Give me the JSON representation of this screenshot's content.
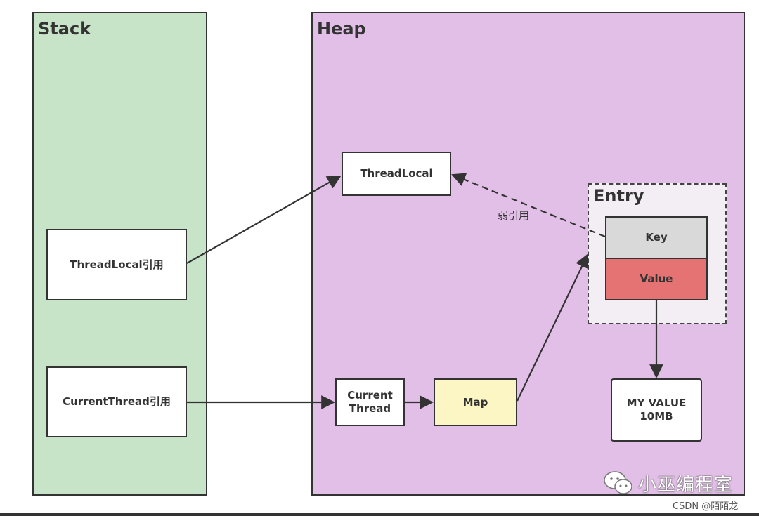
{
  "regions": {
    "stack_title": "Stack",
    "heap_title": "Heap"
  },
  "stack_boxes": {
    "threadlocal_ref": "ThreadLocal引用",
    "currentthread_ref": "CurrentThread引用"
  },
  "heap_boxes": {
    "threadlocal": "ThreadLocal",
    "current_thread": "Current Thread",
    "map": "Map",
    "entry_title": "Entry",
    "key": "Key",
    "value": "Value",
    "my_value": "MY VALUE 10MB"
  },
  "labels": {
    "weak_ref": "弱引用"
  },
  "watermark": {
    "brand": "小巫编程室",
    "credit": "CSDN @陌陌龙"
  },
  "colors": {
    "stack_fill": "#c8e4c8",
    "heap_fill": "#e1bfe6",
    "key_fill": "#d9d9d9",
    "value_fill": "#e57373",
    "map_fill": "#fbf6c3"
  }
}
